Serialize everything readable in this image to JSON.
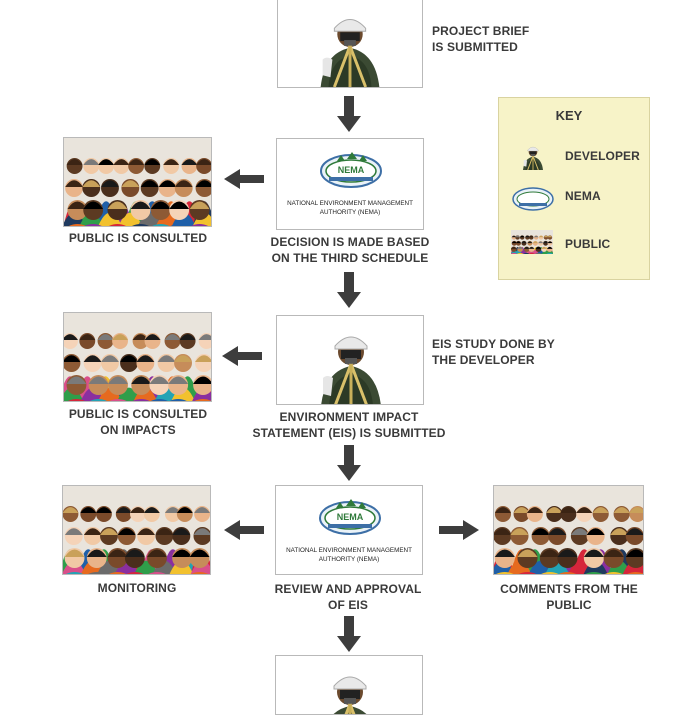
{
  "steps": {
    "project_brief": "PROJECT BRIEF\nIS SUBMITTED",
    "decision": "DECISION IS MADE BASED\nON THE THIRD SCHEDULE",
    "public_consulted": "PUBLIC IS CONSULTED",
    "eis_study": "EIS STUDY DONE BY\nTHE DEVELOPER",
    "public_consulted_impacts": "PUBLIC IS CONSULTED\nON IMPACTS",
    "eis_submitted": "ENVIRONMENT IMPACT\nSTATEMENT (EIS) IS SUBMITTED",
    "monitoring": "MONITORING",
    "review": "REVIEW AND APPROVAL\nOF EIS",
    "comments": "COMMENTS FROM THE\nPUBLIC"
  },
  "nema": {
    "logo_text": "NEMA",
    "caption": "NATIONAL ENVIRONMENT MANAGEMENT\nAUTHORITY (NEMA)"
  },
  "key": {
    "title": "KEY",
    "items": [
      {
        "label": "DEVELOPER",
        "icon": "developer-icon"
      },
      {
        "label": "NEMA",
        "icon": "nema-logo-icon"
      },
      {
        "label": "PUBLIC",
        "icon": "public-crowd-icon"
      }
    ]
  },
  "colors": {
    "arrow": "#3d3d3d",
    "key_bg": "#f7f3c8",
    "nema_green": "#2f7a3a",
    "nema_blue": "#3d6fa6"
  }
}
